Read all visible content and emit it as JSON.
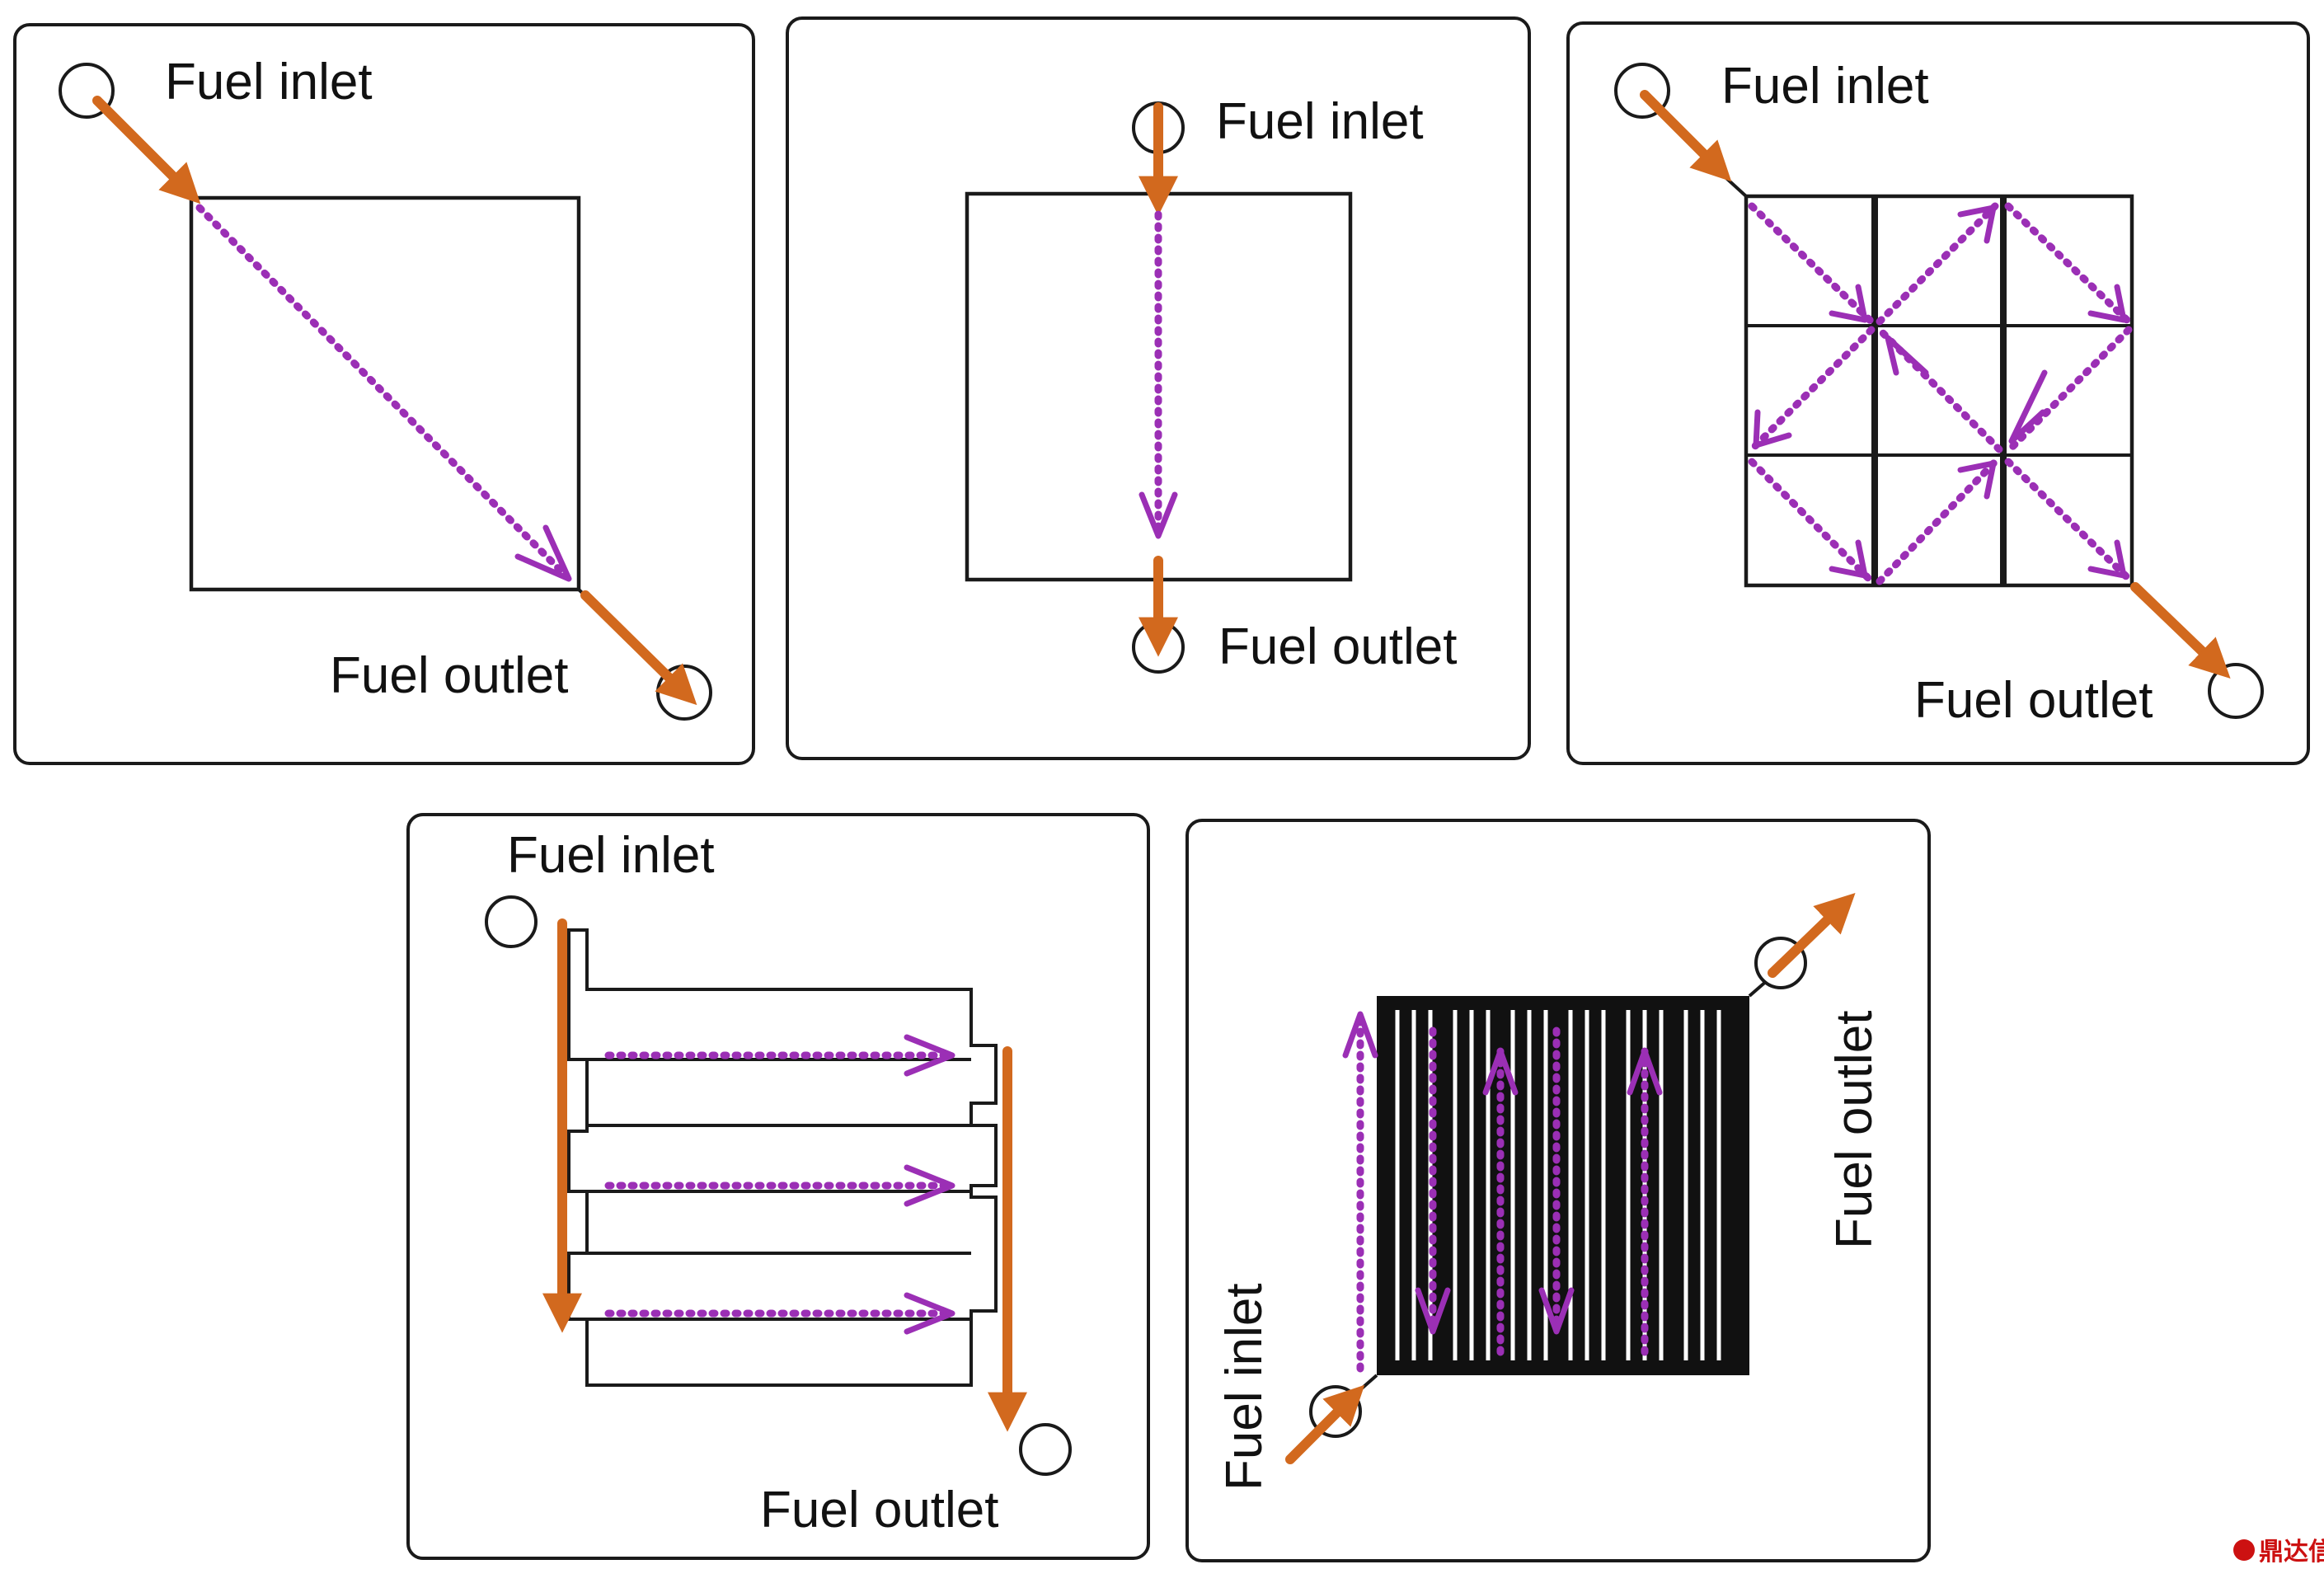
{
  "panels": [
    {
      "id": "diagonal",
      "inlet_label": "Fuel inlet",
      "outlet_label": "Fuel outlet"
    },
    {
      "id": "straight",
      "inlet_label": "Fuel inlet",
      "outlet_label": "Fuel outlet"
    },
    {
      "id": "grid",
      "inlet_label": "Fuel inlet",
      "outlet_label": "Fuel outlet"
    },
    {
      "id": "parallel",
      "inlet_label": "Fuel inlet",
      "outlet_label": "Fuel outlet"
    },
    {
      "id": "interdigitated",
      "inlet_label": "Fuel inlet",
      "outlet_label": "Fuel outlet"
    }
  ],
  "watermark": "鼎达信",
  "colors": {
    "fuel_arrow": "#d2691e",
    "flow_path": "#9b2fb5",
    "outline": "#1a1a1a"
  }
}
